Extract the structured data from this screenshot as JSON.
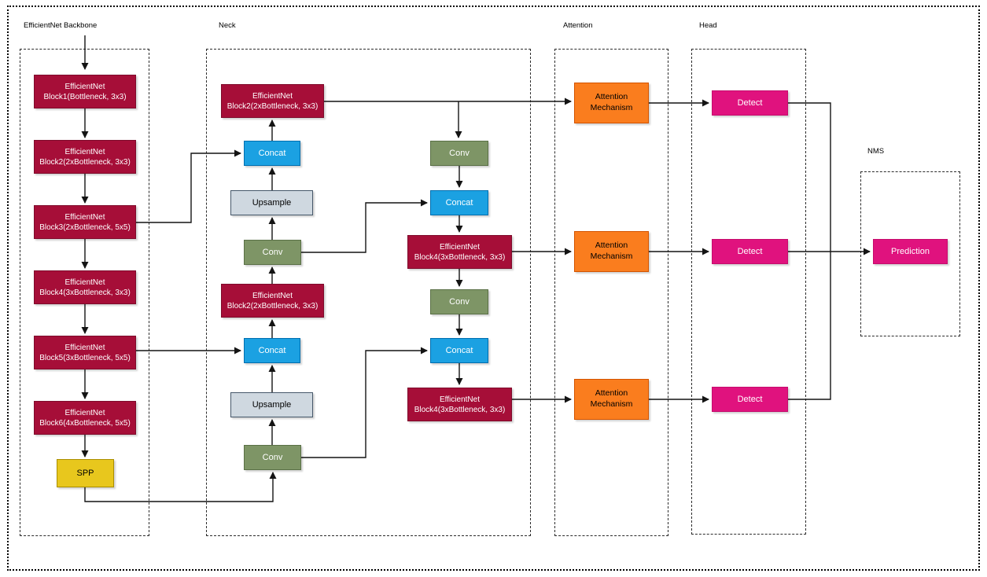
{
  "section_labels": {
    "backbone": "EfficientNet Backbone",
    "neck": "Neck",
    "attention": "Attention",
    "head": "Head",
    "nms": "NMS"
  },
  "blocks": {
    "b1_l1": "EfficientNet",
    "b1_l2": "Block1(Bottleneck, 3x3)",
    "b2_l1": "EfficientNet",
    "b2_l2": "Block2(2xBottleneck, 3x3)",
    "b3_l1": "EfficientNet",
    "b3_l2": "Block3(2xBottleneck, 5x5)",
    "b4_l1": "EfficientNet",
    "b4_l2": "Block4(3xBottleneck, 3x3)",
    "b5_l1": "EfficientNet",
    "b5_l2": "Block5(3xBottleneck, 5x5)",
    "b6_l1": "EfficientNet",
    "b6_l2": "Block6(4xBottleneck, 5x5)",
    "spp": "SPP",
    "neck_block2_l1": "EfficientNet",
    "neck_block2_l2": "Block2(2xBottleneck, 3x3)",
    "neck_block4_l1": "EfficientNet",
    "neck_block4_l2": "Block4(3xBottleneck, 3x3)",
    "concat": "Concat",
    "upsample": "Upsample",
    "conv": "Conv",
    "attention_l1": "Attention",
    "attention_l2": "Mechanism",
    "detect": "Detect",
    "prediction": "Prediction"
  },
  "colors": {
    "block_red": "#A60E38",
    "concat_blue": "#1BA1E2",
    "upsample_gray": "#CFD8E0",
    "conv_green": "#7E9566",
    "attention_orange": "#FA7D1E",
    "detect_pink": "#E0127E",
    "spp_yellow": "#E8C71D"
  }
}
